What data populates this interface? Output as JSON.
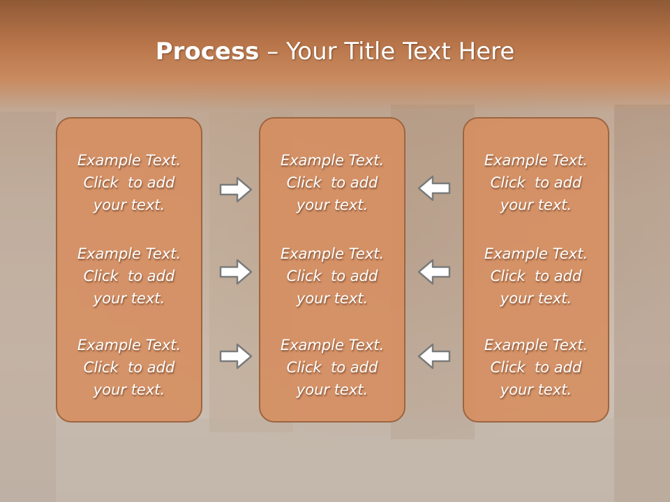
{
  "slide": {
    "title_bold": "Process",
    "title_rest": " – Your Title Text Here"
  },
  "columns": [
    {
      "items": [
        {
          "line1": "Example Text.",
          "line2": "Click  to add",
          "line3": "your text."
        },
        {
          "line1": "Example Text.",
          "line2": "Click  to add",
          "line3": "your text."
        },
        {
          "line1": "Example Text.",
          "line2": "Click  to add",
          "line3": "your text."
        }
      ]
    },
    {
      "items": [
        {
          "line1": "Example Text.",
          "line2": "Click  to add",
          "line3": "your text."
        },
        {
          "line1": "Example Text.",
          "line2": "Click  to add",
          "line3": "your text."
        },
        {
          "line1": "Example Text.",
          "line2": "Click  to add",
          "line3": "your text."
        }
      ]
    },
    {
      "items": [
        {
          "line1": "Example Text.",
          "line2": "Click  to add",
          "line3": "your text."
        },
        {
          "line1": "Example Text.",
          "line2": "Click  to add",
          "line3": "your text."
        },
        {
          "line1": "Example Text.",
          "line2": "Click  to add",
          "line3": "your text."
        }
      ]
    }
  ],
  "arrows": {
    "left_set": {
      "direction": "right",
      "icon": "arrow-right-icon"
    },
    "right_set": {
      "direction": "left",
      "icon": "arrow-left-icon"
    }
  },
  "colors": {
    "header": "#b9754a",
    "box_fill": "#d68e60",
    "box_border": "#9c6540",
    "text": "#ffffff"
  }
}
